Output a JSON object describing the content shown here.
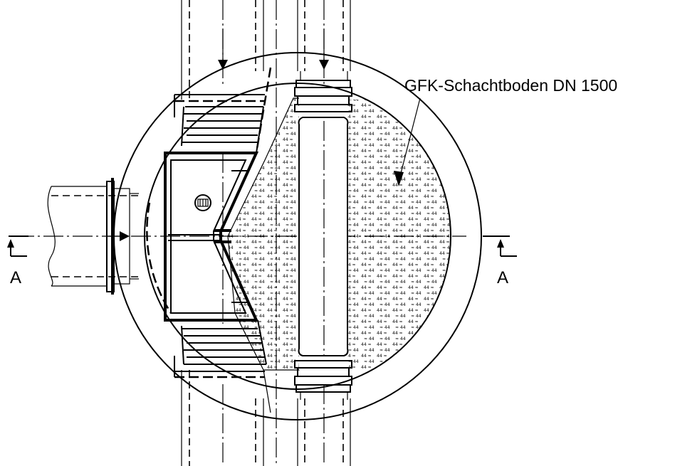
{
  "title_label": "GFK-Schachtboden DN 1500",
  "section_marks": [
    {
      "label": "A",
      "side": "left"
    },
    {
      "label": "A",
      "side": "right"
    }
  ],
  "colors": {
    "line": "#000000",
    "background": "#ffffff"
  }
}
